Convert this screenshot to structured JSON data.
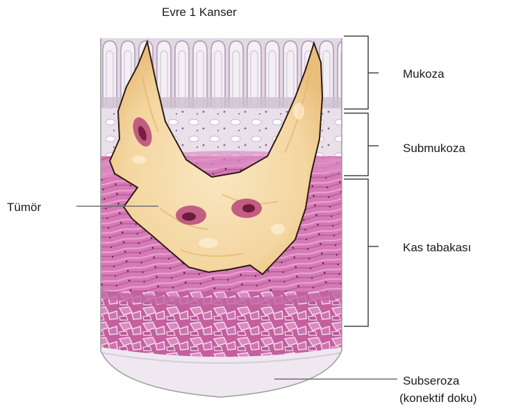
{
  "title": "Evre 1 Kanser",
  "labels": {
    "mukoza": "Mukoza",
    "submukoza": "Submukoza",
    "kas_tabakasi": "Kas tabakası",
    "tumor": "Tümör",
    "subseroza_line1": "Subseroza",
    "subseroza_line2": "(konektif doku)"
  },
  "colors": {
    "mucosa": "#ece4ee",
    "submucosa": "#e6dde6",
    "muscle": "#d777b8",
    "muscle_dark": "#b64d94",
    "subserosa": "#f3eef4",
    "tumor": "#f7dfae",
    "tumor_core": "#9a2b55",
    "leader_line": "#7a7a7a",
    "bracket": "#444444"
  }
}
